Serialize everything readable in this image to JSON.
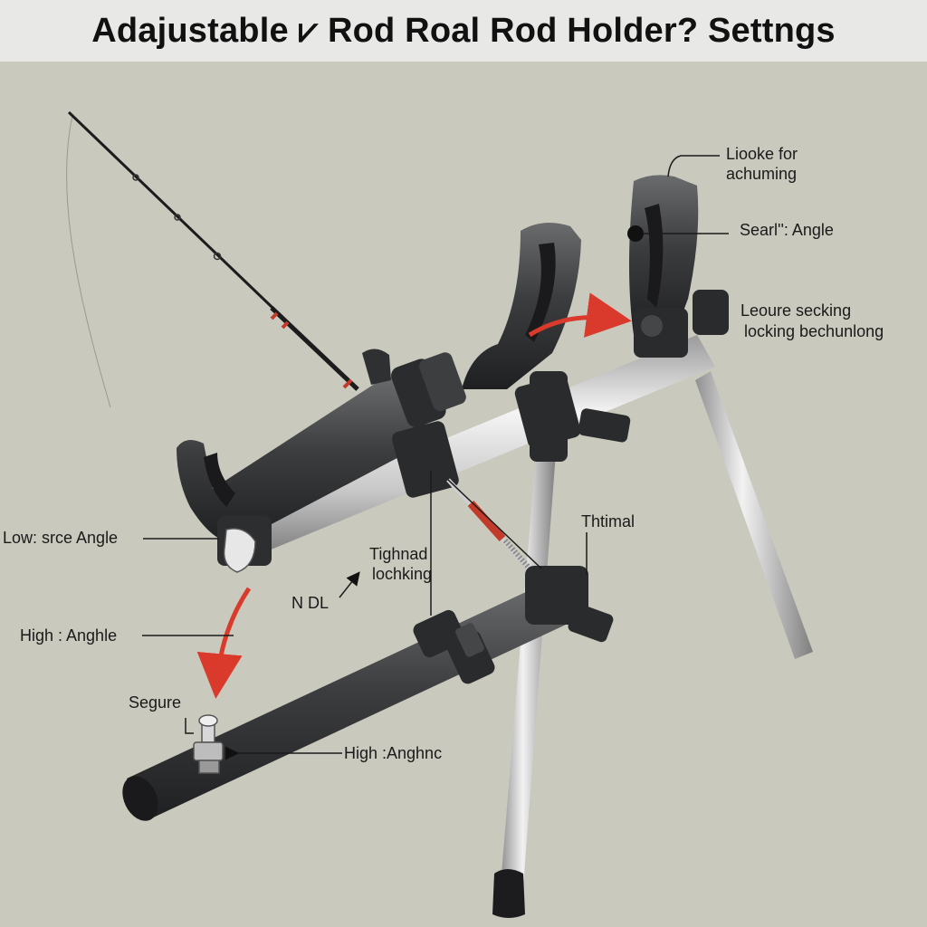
{
  "header": {
    "title": "Adajustable ⩗ Rod Roal Rod Holder?  Settngs"
  },
  "labels": {
    "look_for_1": "Liooke for",
    "look_for_2": "achuming",
    "sear_angle": "Searl'': Angle",
    "leoure_1": "Leoure secking",
    "leoure_2": "locking bechunlong",
    "low_angle": "Low: srce Angle",
    "thtimal": "Thtimal",
    "tighnad_1": "Tighnad",
    "tighnad_2": "lochking",
    "ndl": "N DL",
    "high_angle": "High : Anghle",
    "segure": "Segure",
    "high_anghnc": "High :Anghnc"
  },
  "colors": {
    "background": "#c9c9bd",
    "header_bg": "#e8e9e7",
    "arrow_red": "#d93a2b",
    "holder_dark": "#3a3b3d",
    "tube_silver": "#dadada"
  }
}
